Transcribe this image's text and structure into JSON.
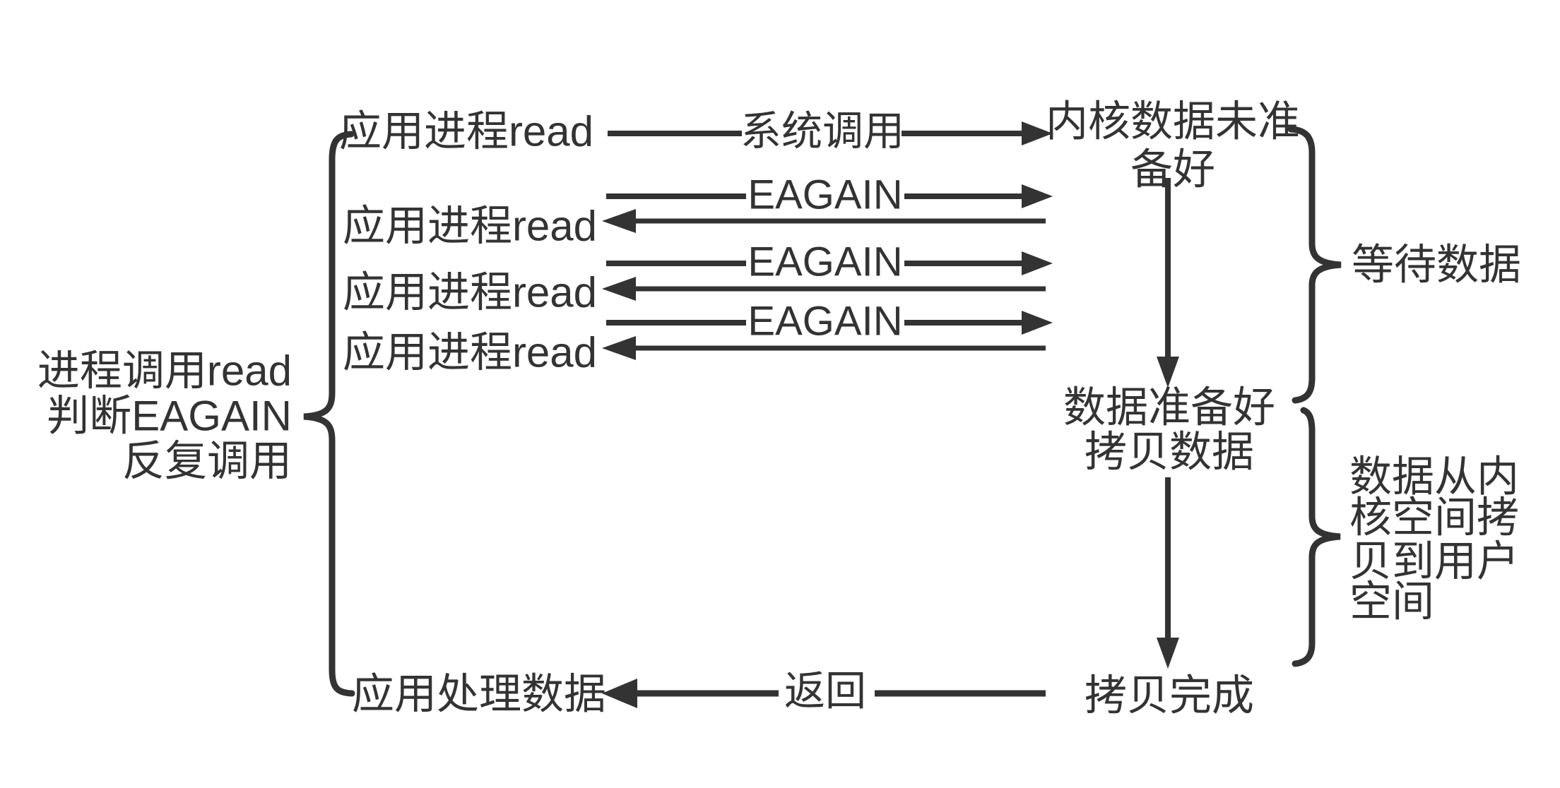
{
  "colors": {
    "ink": "#333333",
    "background": "#ffffff"
  },
  "flow": {
    "app_reads": [
      "应用进程read",
      "应用进程read",
      "应用进程read",
      "应用进程read"
    ],
    "app_process": "应用处理数据",
    "kernel_not_ready": [
      "内核数据未准",
      "备好"
    ],
    "data_ready": [
      "数据准备好",
      "拷贝数据"
    ],
    "copy_done": "拷贝完成"
  },
  "edges": {
    "syscall": "系统调用",
    "eagain": [
      "EAGAIN",
      "EAGAIN",
      "EAGAIN"
    ],
    "return_label": "返回"
  },
  "notes": {
    "left": [
      "进程调用read",
      "判断EAGAIN",
      "反复调用"
    ],
    "wait": "等待数据",
    "copy": [
      "数据从内",
      "核空间拷",
      "贝到用户",
      "空间"
    ]
  }
}
